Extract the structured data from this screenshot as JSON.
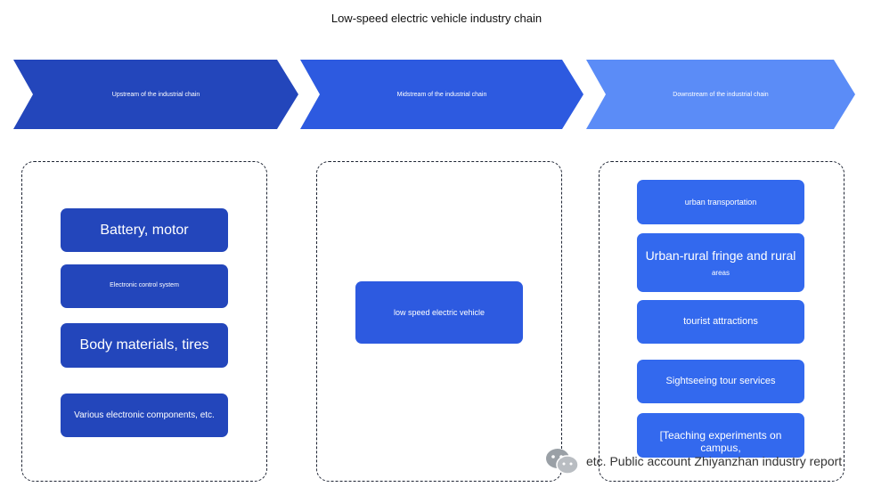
{
  "title": "Low-speed electric vehicle industry chain",
  "colors": {
    "upstream": "#2346bb",
    "midstream": "#2d5ae0",
    "downstream": "#5b8cf7",
    "box_upstream": "#2346bb",
    "box_midstream": "#2d5ae0",
    "box_downstream": "#3369ee"
  },
  "stages": {
    "upstream": "Upstream of the industrial chain",
    "midstream": "Midstream of the industrial chain",
    "downstream": "Downstream of the industrial chain"
  },
  "upstream_items": [
    "Battery, motor",
    "Electronic control system",
    "Body materials, tires",
    "Various electronic components, etc."
  ],
  "midstream_items": [
    "low speed electric vehicle"
  ],
  "downstream_items": [
    "urban transportation",
    "Urban-rural fringe and rural",
    "areas",
    "tourist attractions",
    "Sightseeing tour services",
    "[Teaching experiments on campus,"
  ],
  "watermark": {
    "icon": "wechat-icon",
    "text": "etc. Public account Zhiyanzhan industry report"
  }
}
